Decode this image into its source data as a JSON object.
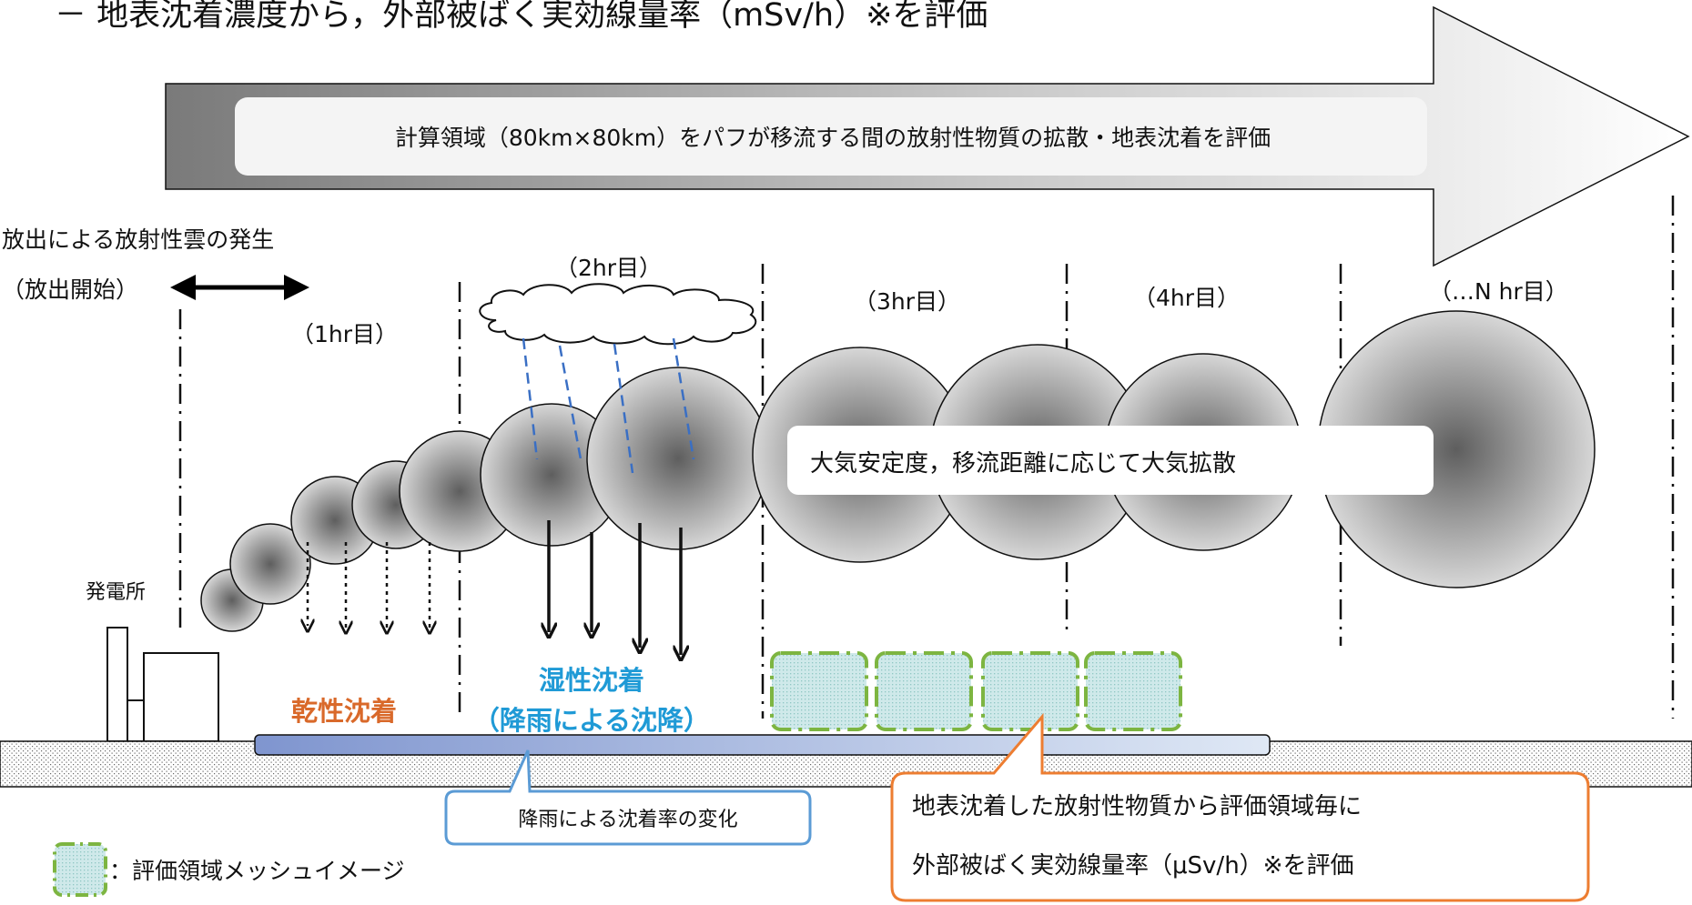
{
  "header_text": "－ 地表沈着濃度から，外部被ばく実効線量率（mSv/h）※を評価",
  "arrow_banner_text": "計算領域（80km×80km）をパフが移流する間の放射性物質の拡散・地表沈着を評価",
  "release_label_line1": "放出による放射性雲の発生",
  "release_label_line2": "（放出開始）",
  "plant_label": "発電所",
  "hours": [
    "（1hr目）",
    "（2hr目）",
    "（3hr目）",
    "（4hr目）",
    "（…N hr目）"
  ],
  "dispersion_label": "大気安定度，移流距離に応じて大気拡散",
  "dry_deposition_label": "乾性沈着",
  "wet_deposition_label_line1": "湿性沈着",
  "wet_deposition_label_line2": "（降雨による沈降）",
  "rain_callout_text": "降雨による沈着率の変化",
  "dose_callout_line1": "地表沈着した放射性物質から評価領域毎に",
  "dose_callout_line2": "外部被ばく実効線量率（μSv/h）※を評価",
  "legend_text": "：評価領域メッシュイメージ",
  "colors": {
    "dry_deposition": "#d9692a",
    "wet_deposition": "#1f9ad6",
    "mesh_border": "#7db541",
    "mesh_fill": "#c9e6e6",
    "dose_callout_border": "#ed7d31",
    "rain_callout_border": "#5b9bd5",
    "rain_line": "#3a6fc4"
  }
}
